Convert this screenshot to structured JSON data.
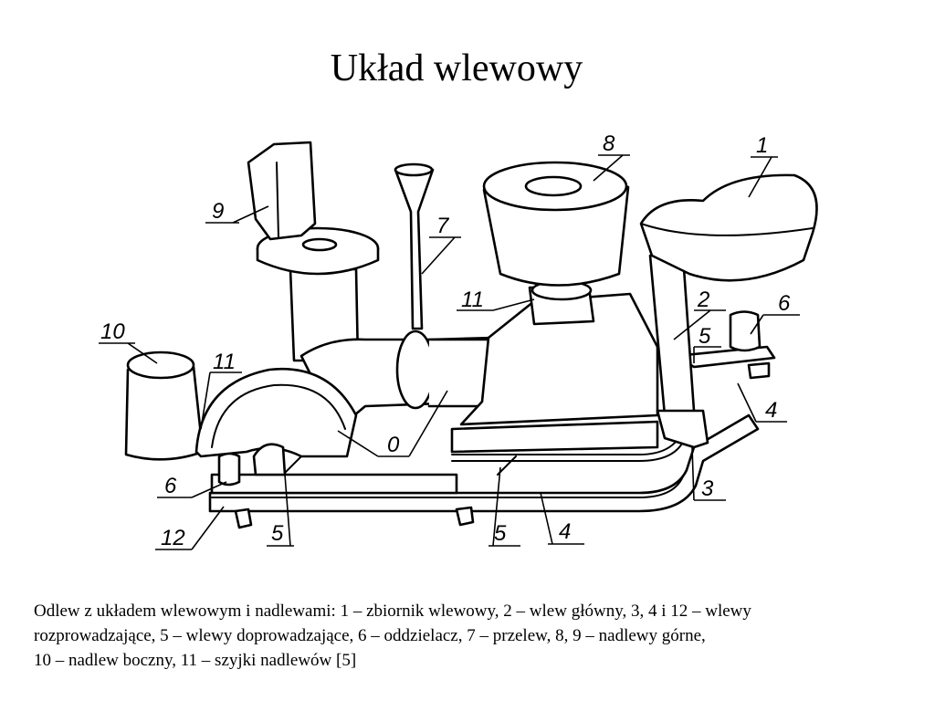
{
  "slide": {
    "title": "Układ wlewowy"
  },
  "figure": {
    "labels": [
      {
        "id": "1",
        "text": "1"
      },
      {
        "id": "2",
        "text": "2"
      },
      {
        "id": "3",
        "text": "3"
      },
      {
        "id": "4a",
        "text": "4"
      },
      {
        "id": "4b",
        "text": "4"
      },
      {
        "id": "5a",
        "text": "5"
      },
      {
        "id": "5b",
        "text": "5"
      },
      {
        "id": "5c",
        "text": "5"
      },
      {
        "id": "6a",
        "text": "6"
      },
      {
        "id": "6b",
        "text": "6"
      },
      {
        "id": "7",
        "text": "7"
      },
      {
        "id": "8",
        "text": "8"
      },
      {
        "id": "9",
        "text": "9"
      },
      {
        "id": "10",
        "text": "10"
      },
      {
        "id": "11a",
        "text": "11"
      },
      {
        "id": "11b",
        "text": "11"
      },
      {
        "id": "12",
        "text": "12"
      },
      {
        "id": "0",
        "text": "0"
      }
    ]
  },
  "caption": {
    "lines": [
      "Odlew z układem wlewowym i nadlewami: 1 – zbiornik wlewowy, 2 – wlew główny, 3, 4 i 12 – wlewy",
      "rozprowadzające, 5 – wlewy doprowadzające, 6 – oddzielacz, 7 – przelew, 8, 9 – nadlewy górne,",
      "10 – nadlew boczny, 11 – szyjki nadlewów [5]"
    ]
  }
}
